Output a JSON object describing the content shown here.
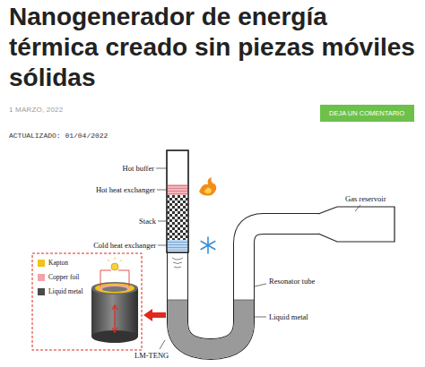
{
  "diagram": {
    "title": "Nanogenerador de energía térmica creado sin piezas móviles sólidas",
    "nodes": [
      {
        "text": [
          "DEJA UN COMENTARIO"
        ]
      }
    ],
    "edges": [],
    "labels": [
      "1 MARZO, 2022",
      "ACTUALIZADO: 01/04/2022",
      "Hot buffer",
      "Hot heat exchanger",
      "Stack",
      "Cold heat exchanger",
      "Gas reservoir",
      "Resonator tube",
      "Liquid metal",
      "LM-TENG"
    ],
    "legend": [
      {
        "text": "Kapton",
        "color": "#f2c21b"
      },
      {
        "text": "Copper foil",
        "color": "#f3a3a8"
      },
      {
        "text": "Liquid metal",
        "color": "#4a4a4a"
      }
    ]
  }
}
